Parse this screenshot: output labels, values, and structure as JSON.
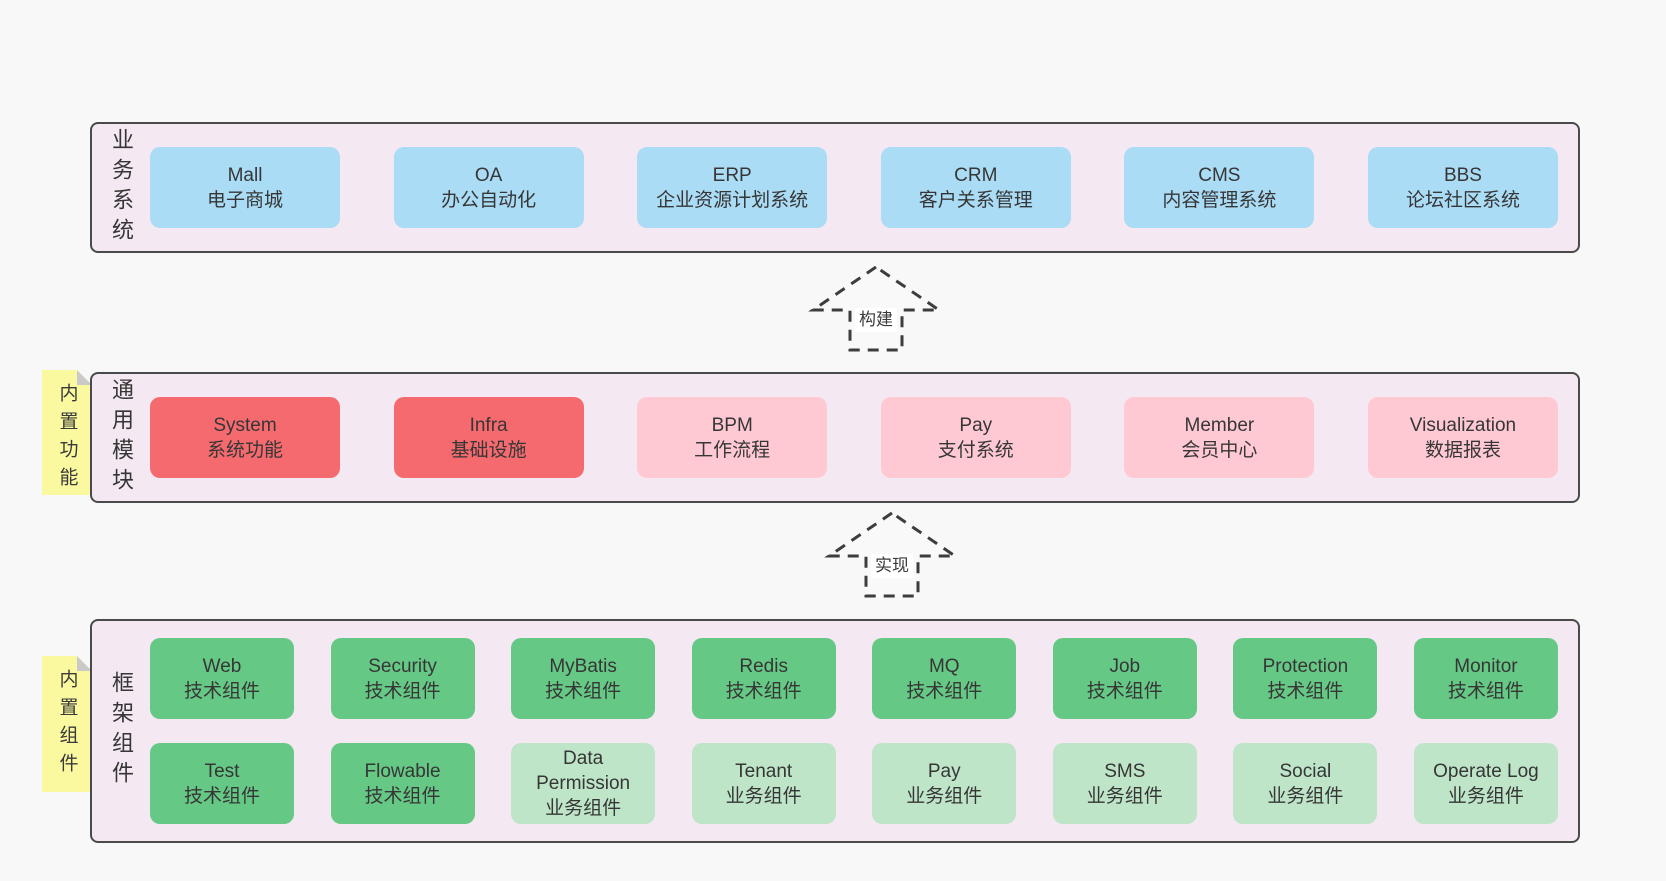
{
  "colors": {
    "page_bg": "#f8f8f8",
    "container_bg": "#f4e8f3",
    "container_border": "#4a4a4a",
    "blue": "#abdcf5",
    "red": "#f56a6e",
    "pink": "#ffc9d4",
    "green": "#66c885",
    "light_green": "#bfe5c9",
    "note_bg": "#fbf9a0",
    "note_fold": "#c9c9c9",
    "text": "#363636"
  },
  "arrows": {
    "build": {
      "label": "构建"
    },
    "implement": {
      "label": "实现"
    }
  },
  "notes": {
    "features": {
      "label": "内置功能"
    },
    "components": {
      "label": "内置组件"
    }
  },
  "sections": {
    "business": {
      "label": "业务系统",
      "boxes": [
        {
          "title": "Mall",
          "subtitle": "电子商城",
          "variant": "blue"
        },
        {
          "title": "OA",
          "subtitle": "办公自动化",
          "variant": "blue"
        },
        {
          "title": "ERP",
          "subtitle": "企业资源计划系统",
          "variant": "blue"
        },
        {
          "title": "CRM",
          "subtitle": "客户关系管理",
          "variant": "blue"
        },
        {
          "title": "CMS",
          "subtitle": "内容管理系统",
          "variant": "blue"
        },
        {
          "title": "BBS",
          "subtitle": "论坛社区系统",
          "variant": "blue"
        }
      ]
    },
    "modules": {
      "label": "通用模块",
      "boxes": [
        {
          "title": "System",
          "subtitle": "系统功能",
          "variant": "red"
        },
        {
          "title": "Infra",
          "subtitle": "基础设施",
          "variant": "red"
        },
        {
          "title": "BPM",
          "subtitle": "工作流程",
          "variant": "pink"
        },
        {
          "title": "Pay",
          "subtitle": "支付系统",
          "variant": "pink"
        },
        {
          "title": "Member",
          "subtitle": "会员中心",
          "variant": "pink"
        },
        {
          "title": "Visualization",
          "subtitle": "数据报表",
          "variant": "pink"
        }
      ]
    },
    "components": {
      "label": "框架组件",
      "row1": [
        {
          "title": "Web",
          "subtitle": "技术组件",
          "variant": "green"
        },
        {
          "title": "Security",
          "subtitle": "技术组件",
          "variant": "green"
        },
        {
          "title": "MyBatis",
          "subtitle": "技术组件",
          "variant": "green"
        },
        {
          "title": "Redis",
          "subtitle": "技术组件",
          "variant": "green"
        },
        {
          "title": "MQ",
          "subtitle": "技术组件",
          "variant": "green"
        },
        {
          "title": "Job",
          "subtitle": "技术组件",
          "variant": "green"
        },
        {
          "title": "Protection",
          "subtitle": "技术组件",
          "variant": "green"
        },
        {
          "title": "Monitor",
          "subtitle": "技术组件",
          "variant": "green"
        }
      ],
      "row2": [
        {
          "title": "Test",
          "subtitle": "技术组件",
          "variant": "green"
        },
        {
          "title": "Flowable",
          "subtitle": "技术组件",
          "variant": "green"
        },
        {
          "title": "Data Permission",
          "subtitle": "业务组件",
          "variant": "light-green"
        },
        {
          "title": "Tenant",
          "subtitle": "业务组件",
          "variant": "light-green"
        },
        {
          "title": "Pay",
          "subtitle": "业务组件",
          "variant": "light-green"
        },
        {
          "title": "SMS",
          "subtitle": "业务组件",
          "variant": "light-green"
        },
        {
          "title": "Social",
          "subtitle": "业务组件",
          "variant": "light-green"
        },
        {
          "title": "Operate Log",
          "subtitle": "业务组件",
          "variant": "light-green"
        }
      ]
    }
  }
}
